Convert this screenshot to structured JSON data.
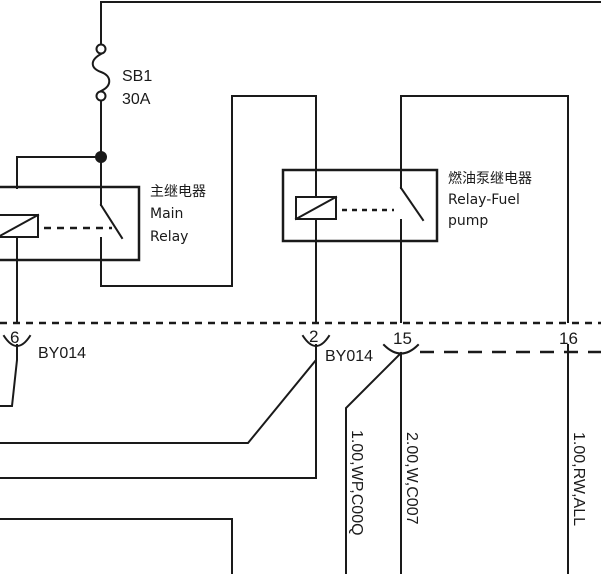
{
  "fuse": {
    "name": "SB1",
    "rating": "30A"
  },
  "main_relay": {
    "label_cn": "主继电器",
    "label_en_1": "Main",
    "label_en_2": "Relay"
  },
  "fuel_pump_relay": {
    "label_cn": "燃油泵继电器",
    "label_en_1": "Relay-Fuel",
    "label_en_2": "pump"
  },
  "connector": {
    "left_name": "BY014",
    "right_name": "BY014",
    "pins": {
      "p6": "6",
      "p2": "2",
      "p15": "15",
      "p16": "16"
    }
  },
  "wires": {
    "w1": "1.00,WP,C00Q",
    "w2": "2.00,W,C007",
    "w3": "1.00,RW,ALL"
  }
}
